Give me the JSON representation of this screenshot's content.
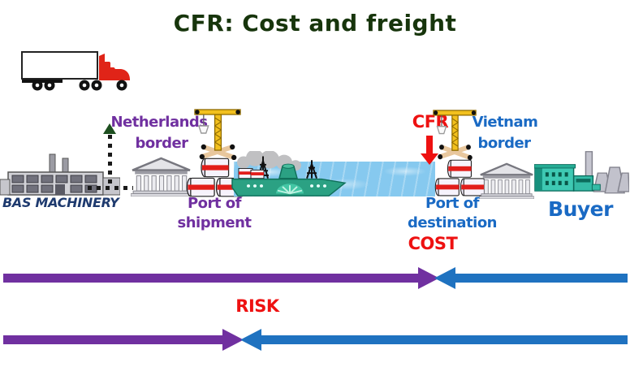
{
  "title": "CFR: Cost and freight",
  "seller": {
    "name": "BAS MACHINERY"
  },
  "origin": {
    "border_label": {
      "line1": "Netherlands",
      "line2": "border"
    },
    "port_label": {
      "line1": "Port of",
      "line2": "shipment"
    }
  },
  "shipment_marker": {
    "label": "CFR"
  },
  "destination": {
    "border_label": {
      "line1": "Vietnam",
      "line2": "border"
    },
    "port_label": {
      "line1": "Port of",
      "line2": "destination"
    },
    "buyer_label": "Buyer"
  },
  "transfer_bars": {
    "cost": {
      "label": "COST"
    },
    "risk": {
      "label": "RISK"
    }
  },
  "colors": {
    "title": "#17350c",
    "seller_text": "#1e3a6e",
    "origin_text": "#7030a0",
    "destination_text": "#1a6ac4",
    "accent_red": "#ee1111",
    "arrow_purple": "#7030a0",
    "arrow_blue": "#1f72c0",
    "water": "#86c9ef",
    "crane_yellow": "#f2c01e",
    "ship_teal": "#2ba183"
  },
  "icons": {
    "truck-icon": "semi truck, red cab, white trailer",
    "seller-factory-icon": "gray factory with two chimneys",
    "customs-house-icon": "gray classical columned building",
    "harbor-crane-icon": "yellow tower crane with load",
    "containers-icon": "white drums with red stripe, stacked 2+1",
    "cargo-ship-icon": "teal cargo ship with smoke and masts",
    "buyer-factory-icon": "teal plant with chimney and cooling towers",
    "up-arrow-icon": "dark green arrowhead on dotted border line",
    "cfr-down-arrow-icon": "red arrow pointing down to ship rail"
  }
}
